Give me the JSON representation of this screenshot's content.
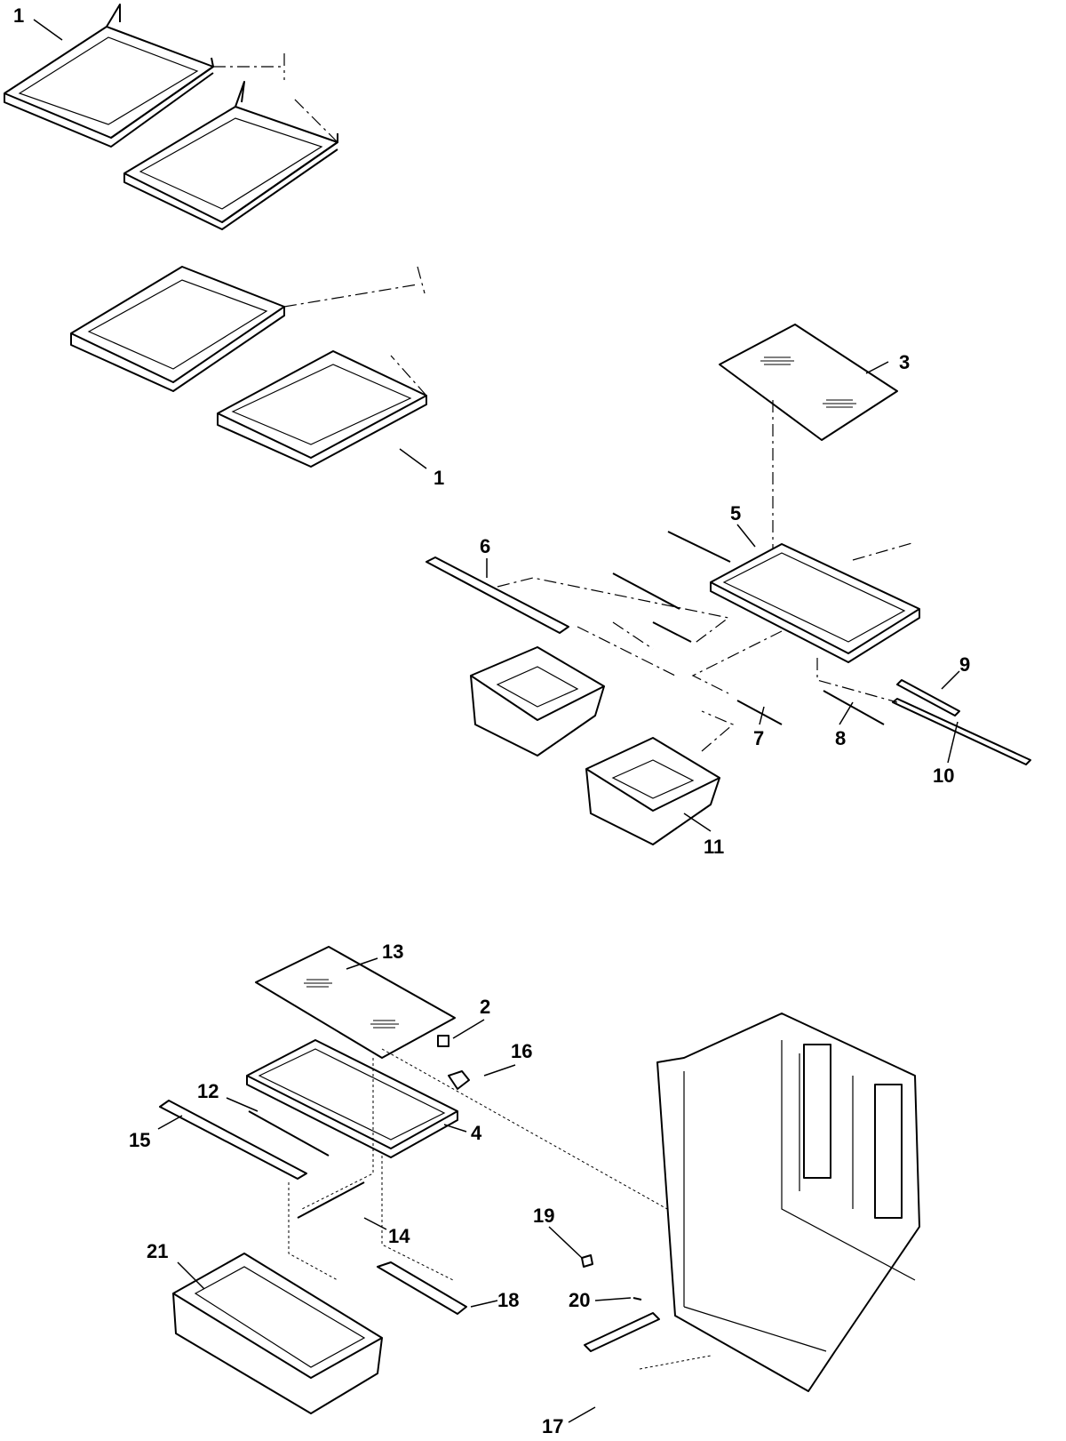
{
  "diagram": {
    "callouts": [
      {
        "id": "c1a",
        "text": "1"
      },
      {
        "id": "c1b",
        "text": "1"
      },
      {
        "id": "c2",
        "text": "2"
      },
      {
        "id": "c3",
        "text": "3"
      },
      {
        "id": "c4",
        "text": "4"
      },
      {
        "id": "c5",
        "text": "5"
      },
      {
        "id": "c6",
        "text": "6"
      },
      {
        "id": "c7",
        "text": "7"
      },
      {
        "id": "c8",
        "text": "8"
      },
      {
        "id": "c9",
        "text": "9"
      },
      {
        "id": "c10",
        "text": "10"
      },
      {
        "id": "c11",
        "text": "11"
      },
      {
        "id": "c12",
        "text": "12"
      },
      {
        "id": "c13",
        "text": "13"
      },
      {
        "id": "c14",
        "text": "14"
      },
      {
        "id": "c15",
        "text": "15"
      },
      {
        "id": "c16",
        "text": "16"
      },
      {
        "id": "c17",
        "text": "17"
      },
      {
        "id": "c18",
        "text": "18"
      },
      {
        "id": "c19",
        "text": "19"
      },
      {
        "id": "c20",
        "text": "20"
      },
      {
        "id": "c21",
        "text": "21"
      }
    ]
  }
}
